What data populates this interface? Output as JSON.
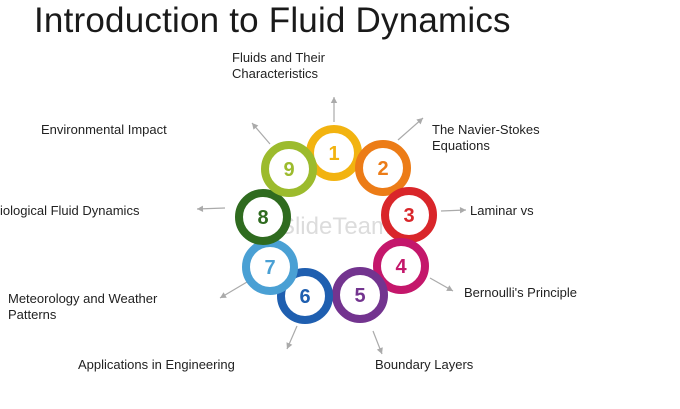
{
  "title": "Introduction to Fluid Dynamics",
  "watermark": "SlideTeam",
  "nodes": [
    {
      "number": "1",
      "label": "Fluids and Their\nCharacteristics",
      "color": "#f2b310"
    },
    {
      "number": "2",
      "label": "The Navier-Stokes\nEquations",
      "color": "#ec7c17"
    },
    {
      "number": "3",
      "label": "Laminar vs",
      "color": "#d9262a"
    },
    {
      "number": "4",
      "label": "Bernoulli's Principle",
      "color": "#c4176b"
    },
    {
      "number": "5",
      "label": "Boundary Layers",
      "color": "#73348f"
    },
    {
      "number": "6",
      "label": "Applications in Engineering",
      "color": "#1f5fb0"
    },
    {
      "number": "7",
      "label": "Meteorology and Weather\nPatterns",
      "color": "#4aa0d4"
    },
    {
      "number": "8",
      "label": "iological Fluid Dynamics",
      "color": "#2f6b1f"
    },
    {
      "number": "9",
      "label": "Environmental Impact",
      "color": "#9cbb2d"
    }
  ],
  "colors": {
    "arrow": "#aaaaaa",
    "text": "#222222",
    "title": "#1a1a1a"
  }
}
